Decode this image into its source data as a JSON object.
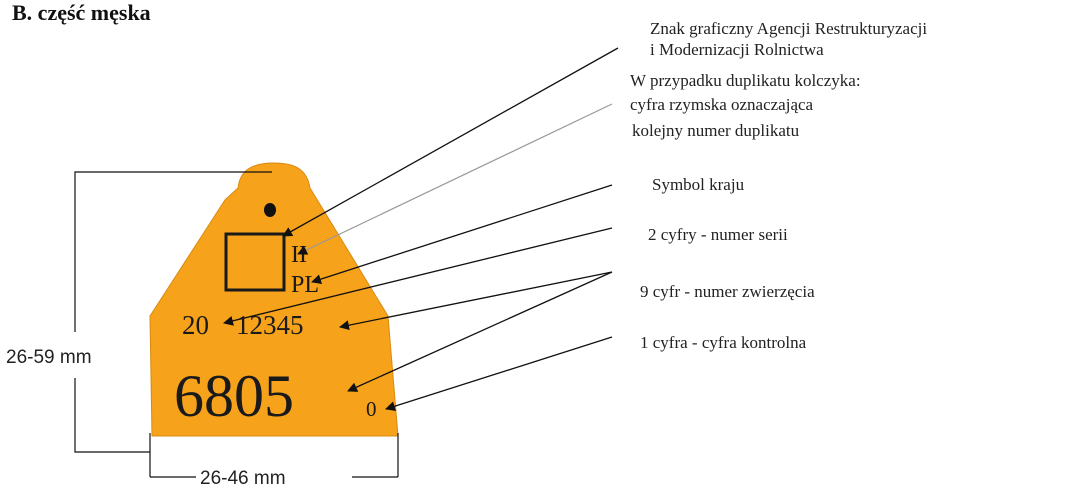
{
  "heading": "B. część męska",
  "annotations": {
    "logo_line1": "Znak graficzny Agencji Restrukturyzacji",
    "logo_line2": "i Modernizacji Rolnictwa",
    "duplicate_line1": "W przypadku duplikatu kolczyka:",
    "duplicate_line2": "cyfra rzymska oznaczająca",
    "duplicate_line3": "kolejny numer duplikatu",
    "country": "Symbol kraju",
    "series": "2 cyfry - numer serii",
    "animal": "9 cyfr - numer zwierzęcia",
    "check": "1 cyfra - cyfra kontrolna"
  },
  "tag": {
    "roman_numeral": "II",
    "country_code": "PL",
    "series_number": "20",
    "number_part1": "12345",
    "number_part2": "6805",
    "check_digit": "0",
    "color": "#f7a21b"
  },
  "dimensions": {
    "height": "26-59 mm",
    "width": "26-46 mm"
  }
}
